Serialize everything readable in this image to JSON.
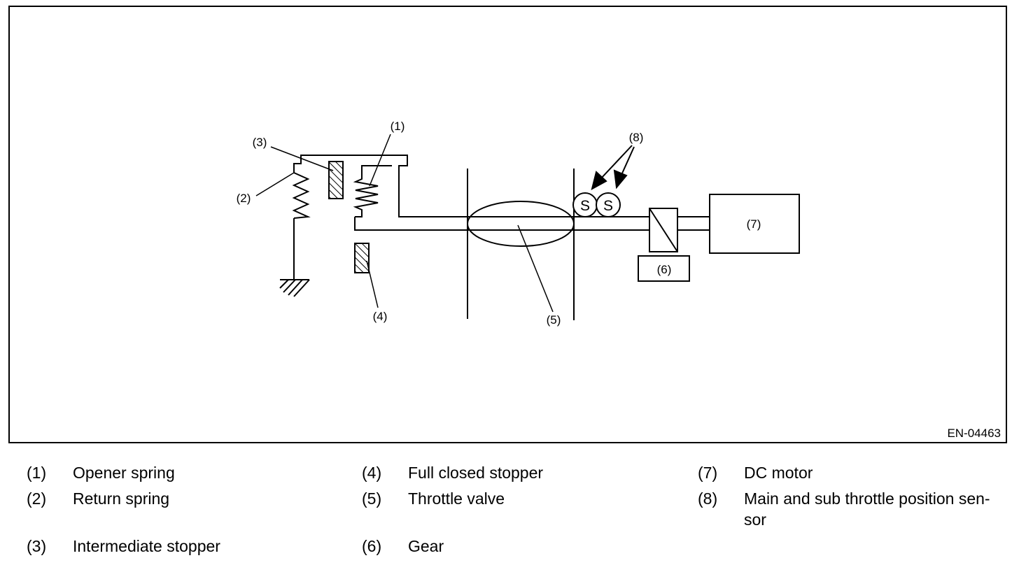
{
  "figure_id": "EN-04463",
  "callouts": {
    "c1": "(1)",
    "c2": "(2)",
    "c3": "(3)",
    "c4": "(4)",
    "c5": "(5)",
    "c6": "(6)",
    "c7": "(7)",
    "c8": "(8)"
  },
  "sensor_letter": "S",
  "legend": [
    {
      "num": "(1)",
      "text": "Opener spring"
    },
    {
      "num": "(2)",
      "text": "Return spring"
    },
    {
      "num": "(3)",
      "text": "Intermediate stopper"
    },
    {
      "num": "(4)",
      "text": "Full closed stopper"
    },
    {
      "num": "(5)",
      "text": "Throttle valve"
    },
    {
      "num": "(6)",
      "text": "Gear"
    },
    {
      "num": "(7)",
      "text": "DC motor"
    },
    {
      "num": "(8)",
      "text": "Main and sub throttle position sen-\nsor"
    }
  ]
}
